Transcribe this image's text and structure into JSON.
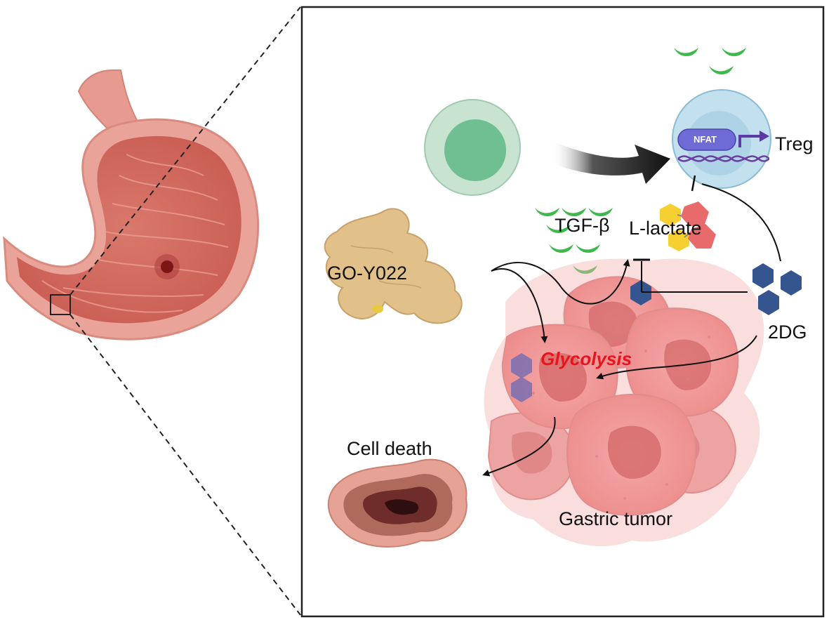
{
  "labels": {
    "nfat": "NFAT",
    "treg": "Treg",
    "tgf_beta": "TGF-β",
    "l_lactate": "L-lactate",
    "go_y022": "GO-Y022",
    "two_dg": "2DG",
    "glycolysis": "Glycolysis",
    "cell_death": "Cell death",
    "gastric_tumor": "Gastric tumor"
  },
  "colors": {
    "stomach_outer": "#e79a90",
    "stomach_inner": "#d97a6f",
    "tumor_cell": "#f19a9a",
    "tumor_nucleus": "#d46a6a",
    "naive_cell_outer": "#c6e1cf",
    "naive_cell_inner": "#6fbf93",
    "treg_cell": "#b9d9ea",
    "nfat_box": "#6e6ad6",
    "tgf_beta": "#3db84a",
    "hexagon_2dg": "#34558e",
    "glycolysis_text": "#e8141c",
    "arrow": "#111111"
  },
  "icons": [
    "stomach-illustration",
    "ginger-root-icon",
    "naive-t-cell-icon",
    "treg-cell-icon",
    "dna-helix-icon",
    "tumor-cluster-icon",
    "dead-cell-icon",
    "hexagon-molecule-icon"
  ]
}
